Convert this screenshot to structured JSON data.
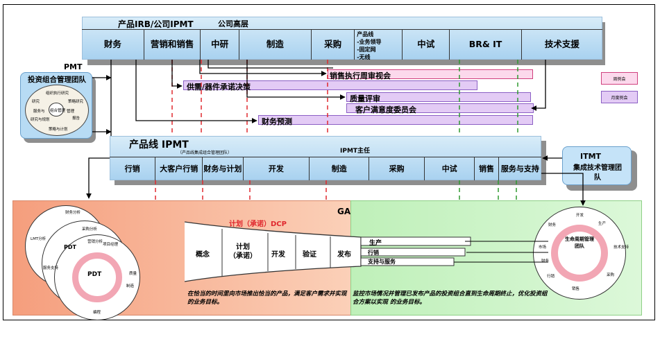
{
  "top": {
    "title": "产品IRB/公司IPMT",
    "subtitle": "公司高层",
    "cells": [
      "财务",
      "营销和销售",
      "中研",
      "制造",
      "采购",
      "",
      "中试",
      "BR& IT",
      "技术支援"
    ],
    "product_line_title": "产品线",
    "product_line_items": [
      "-业务领导",
      "-固定网",
      "-无线"
    ]
  },
  "pmt": {
    "title": "PMT",
    "subtitle": "投资组合管理团队",
    "wheel_labels": [
      "组织执行研究",
      "研究",
      "策略研究",
      "研究与规划",
      "组合管理",
      "报告",
      "管理",
      "服务与",
      "策略与计划"
    ]
  },
  "meetings": {
    "sales": "销售执行周审视会",
    "supply": "供需/器件承诺决策",
    "quality": "质量评审",
    "customer": "客户满意度委员会",
    "finance": "财务预测"
  },
  "legend": {
    "weekly": "周例会",
    "monthly": "月度例会"
  },
  "ipmt": {
    "title": "产品线 IPMT",
    "subtitle": "（产品线集成组合管理团队）",
    "chair": "IPMT主任",
    "cells": [
      "行销",
      "大客户行销",
      "财务与计划",
      "开发",
      "制造",
      "采购",
      "中试",
      "销售",
      "服务与支持"
    ]
  },
  "itmt": {
    "title": "ITMT",
    "subtitle": "集成技术管理团队"
  },
  "ga": {
    "label": "GA",
    "dcp": "计划（承诺）DCP",
    "stages": [
      "概念",
      "计划\n（承诺）",
      "开发",
      "验证",
      "发布"
    ],
    "lifecycle": [
      "生产",
      "行销",
      "支持与服务"
    ],
    "left_text": "在恰当的时间里向市场推出恰当的产品，满足客户需求并实现 的业务目标。",
    "right_text": "监控市场情况并管理已发布产品的投资组合直到生命周期终止，优化投资组合方案以实现 的业务目标。"
  },
  "pdt": {
    "center": "PDT",
    "labels": [
      "财务分析",
      "采购分析",
      "项目经理",
      "营销分析",
      "LMT分析",
      "服务支持",
      "质量",
      "制造",
      "编程"
    ]
  },
  "lmt": {
    "center": "生命周期管理团队",
    "labels": [
      "开发",
      "生产",
      "技术支持",
      "采购",
      "财务",
      "市场",
      "行销",
      "销售",
      "财务"
    ]
  },
  "colors": {
    "left_zone": "#f7b597",
    "right_zone": "#c9f3c6",
    "bar": "#b7dbf4",
    "red": "#e0282e",
    "green": "#2e9a2e"
  }
}
